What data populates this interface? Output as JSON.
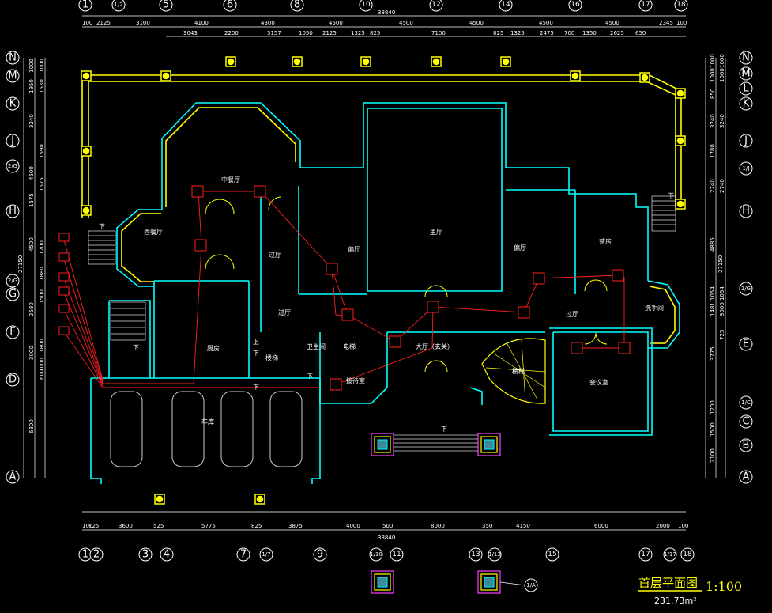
{
  "plan": {
    "title": "首层平面图",
    "scale": "1:100",
    "area": "231.73m²"
  },
  "axes": {
    "top": [
      "1",
      "1/2",
      "5",
      "6",
      "8",
      "10",
      "12",
      "14",
      "16",
      "17",
      "18"
    ],
    "bottom": [
      "1",
      "2",
      "3",
      "4",
      "7",
      "1/7",
      "9",
      "1/10",
      "11",
      "13",
      "1/13",
      "15",
      "17",
      "1/17",
      "18"
    ],
    "left": [
      "N",
      "M",
      "K",
      "J",
      "2/G",
      "H",
      "2/G",
      "G",
      "F",
      "D",
      "A"
    ],
    "right": [
      "N",
      "M",
      "L",
      "K",
      "J",
      "1/J",
      "H",
      "1/G",
      "E",
      "1/C",
      "C",
      "B",
      "A"
    ],
    "legend_axis": "1/A"
  },
  "dimensions": {
    "top_total": "38840",
    "top_row1": [
      "100",
      "2125",
      "3100",
      "4100",
      "4300",
      "4500",
      "4500",
      "4500",
      "4500",
      "4500",
      "2345",
      "100"
    ],
    "top_row2": [
      "3043",
      "2200",
      "3157",
      "1050",
      "2125",
      "1325",
      "825",
      "7100",
      "825",
      "1325",
      "2475",
      "700",
      "1350",
      "2625",
      "650"
    ],
    "bottom_total": "38840",
    "bottom_row": [
      "100",
      "725",
      "3600",
      "525",
      "5775",
      "825",
      "3875",
      "4000",
      "500",
      "8000",
      "350",
      "4150",
      "6000",
      "2000",
      "100"
    ],
    "left_total": "27150",
    "left_row1": [
      "1000",
      "1950",
      "3240",
      "4500",
      "1575",
      "4500",
      "2580",
      "3000",
      "6300"
    ],
    "left_row2": [
      "1000",
      "1530",
      "1590",
      "1575",
      "1200",
      "1880",
      "1500",
      "1800",
      "2000",
      "600"
    ],
    "right_total": "27150",
    "right_row1": [
      "1000",
      "1000",
      "850",
      "3240",
      "1780",
      "2740",
      "4885",
      "1054",
      "1481",
      "3775",
      "1200",
      "1500",
      "2100"
    ],
    "right_row2": [
      "1000",
      "1000",
      "3240",
      "2740",
      "1054",
      "3000",
      "725"
    ]
  },
  "rooms": {
    "middle_hall": "中餐厅",
    "west_hall": "西餐厅",
    "passage1": "过厅",
    "side_hall": "偏厅",
    "main_hall": "主厅",
    "side_hall2": "偏厅",
    "tea_room": "茶房",
    "passage2": "过厅",
    "washroom": "洗手间",
    "passage3": "过厅",
    "kitchen": "厨房",
    "stair_label": "楼梯",
    "wc": "卫生间",
    "elevator": "电梯",
    "lobby": "大厅（玄关）",
    "reception": "接待室",
    "stairs": "楼梯",
    "meeting": "会议室",
    "garage": "车库",
    "up": "上",
    "down": "下"
  }
}
